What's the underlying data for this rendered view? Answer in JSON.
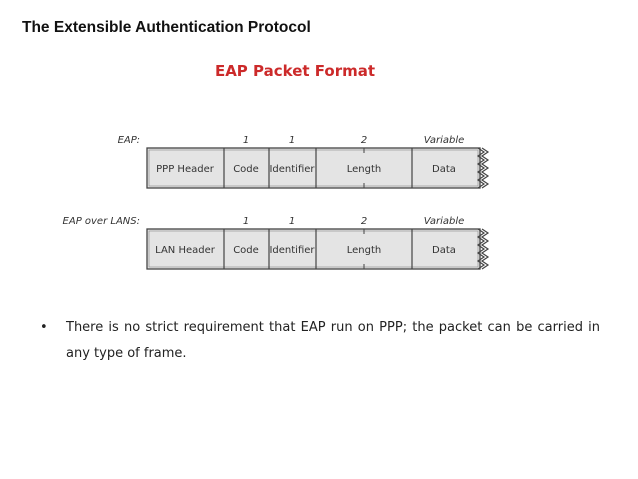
{
  "title": "The Extensible Authentication Protocol",
  "subtitle": "EAP Packet Format",
  "diagram": {
    "rows": [
      {
        "label": "EAP:",
        "fields": [
          {
            "name": "PPP Header",
            "size": ""
          },
          {
            "name": "Code",
            "size": "1"
          },
          {
            "name": "Identifier",
            "size": "1"
          },
          {
            "name": "Length",
            "size": "2"
          },
          {
            "name": "Data",
            "size": "Variable"
          }
        ]
      },
      {
        "label": "EAP over LANS:",
        "fields": [
          {
            "name": "LAN Header",
            "size": ""
          },
          {
            "name": "Code",
            "size": "1"
          },
          {
            "name": "Identifier",
            "size": "1"
          },
          {
            "name": "Length",
            "size": "2"
          },
          {
            "name": "Data",
            "size": "Variable"
          }
        ]
      }
    ]
  },
  "bullet": {
    "marker": "•",
    "text": "There is no strict requirement that EAP run on PPP; the packet can be carried in any type of frame."
  }
}
